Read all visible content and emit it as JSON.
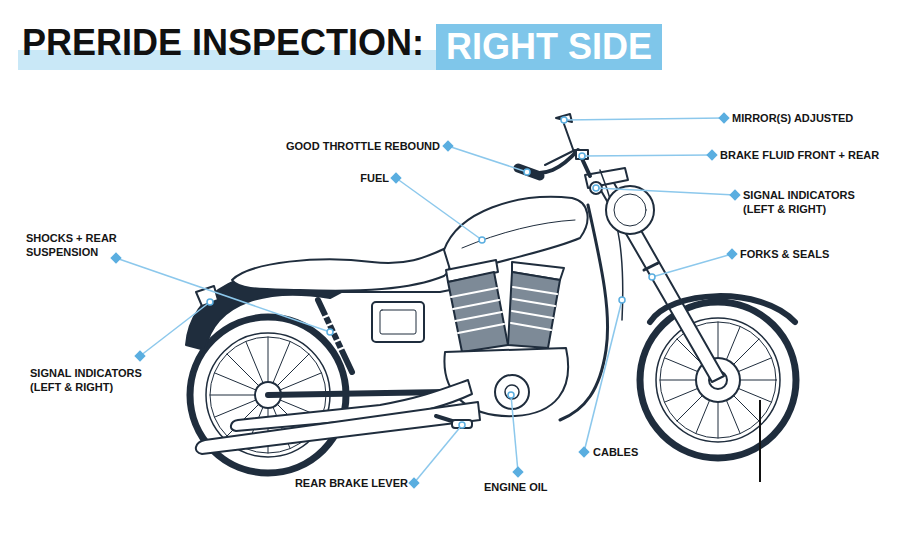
{
  "diagram": {
    "title": "PRERIDE INSPECTION:",
    "labels": [
      "RIGHT SIDE",
      "MIRROR(S) ADJUSTED",
      "GOOD THROTTLE REBOUND",
      "BRAKE FLUID FRONT + REAR",
      "FUEL",
      "SIGNAL INDICATORS (LEFT & RIGHT)",
      "SHOCKS + REAR SUSPENSION",
      "FORKS & SEALS",
      "SIGNAL INDICATORS (LEFT & RIGHT)",
      "CABLES",
      "REAR BRAKE LEVER",
      "ENGINE OIL"
    ]
  }
}
